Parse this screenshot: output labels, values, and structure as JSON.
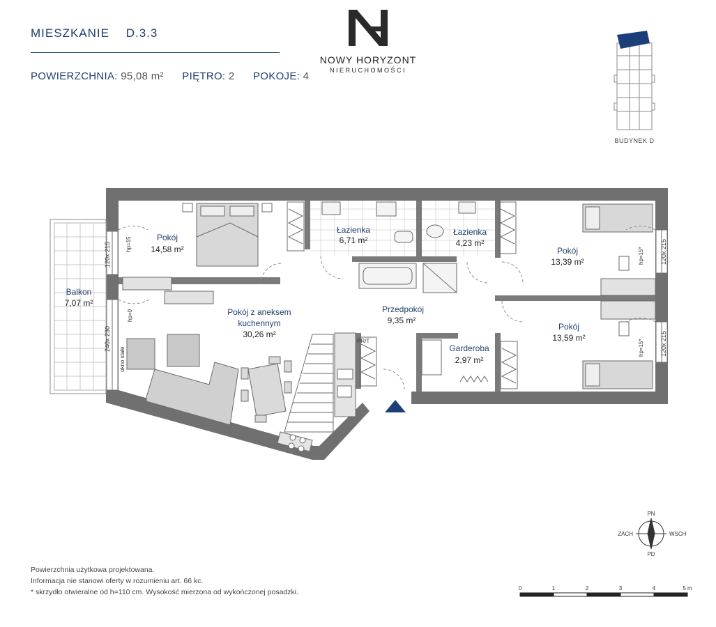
{
  "header": {
    "apartment_label": "MIESZKANIE",
    "apartment_code": "D.3.3",
    "area_label": "POWIERZCHNIA:",
    "area_value": "95,08 m²",
    "floor_label": "PIĘTRO:",
    "floor_value": "2",
    "rooms_label": "POKOJE:",
    "rooms_value": "4"
  },
  "logo": {
    "name": "NOWY HORYZONT",
    "subtitle": "NIERUCHOMOŚCI"
  },
  "key_plan": {
    "label": "BUDYNEK D"
  },
  "rooms": {
    "pokoj_1": {
      "name": "Pokój",
      "area": "14,58 m²"
    },
    "lazienka_1": {
      "name": "Łazienka",
      "area": "6,71 m²"
    },
    "lazienka_2": {
      "name": "Łazienka",
      "area": "4,23 m²"
    },
    "pokoj_3": {
      "name": "Pokój",
      "area": "13,39 m²"
    },
    "balkon": {
      "name": "Balkon",
      "area": "7,07 m²"
    },
    "salon": {
      "name_line1": "Pokój z aneksem",
      "name_line2": "kuchennym",
      "area": "30,26 m²"
    },
    "przedpokoj": {
      "name": "Przedpokój",
      "area": "9,35 m²"
    },
    "pokoj_4": {
      "name": "Pokój",
      "area": "13,59 m²"
    },
    "garderoba": {
      "name": "Garderoba",
      "area": "2,97 m²"
    }
  },
  "annotations": {
    "win_1": "120x 215",
    "hp_1": "hp=15",
    "win_2": "240x 230",
    "okno_stale": "okno stałe",
    "hp_2": "hp=0",
    "win_3": "120x 215",
    "hp_3": "hp=15*",
    "win_4": "120x 215",
    "hp_4": "hp=15*",
    "pralka": "PR/T"
  },
  "compass": {
    "north": "PN",
    "south": "PD",
    "west": "ZACH",
    "east": "WSCH"
  },
  "scale": {
    "ticks": [
      "0",
      "1",
      "2",
      "3",
      "4",
      "5 m"
    ]
  },
  "footer": {
    "line1": "Powierzchnia użytkowa projektowana.",
    "line2": "Informacja nie stanowi oferty w rozumieniu art. 66 kc.",
    "line3": "* skrzydło otwieralne od h=110 cm. Wysokość mierzona od wykończonej posadzki."
  },
  "colors": {
    "wall": "#6e6e6e",
    "accent": "#1f3f6e",
    "entrance": "#1c3f7a"
  }
}
